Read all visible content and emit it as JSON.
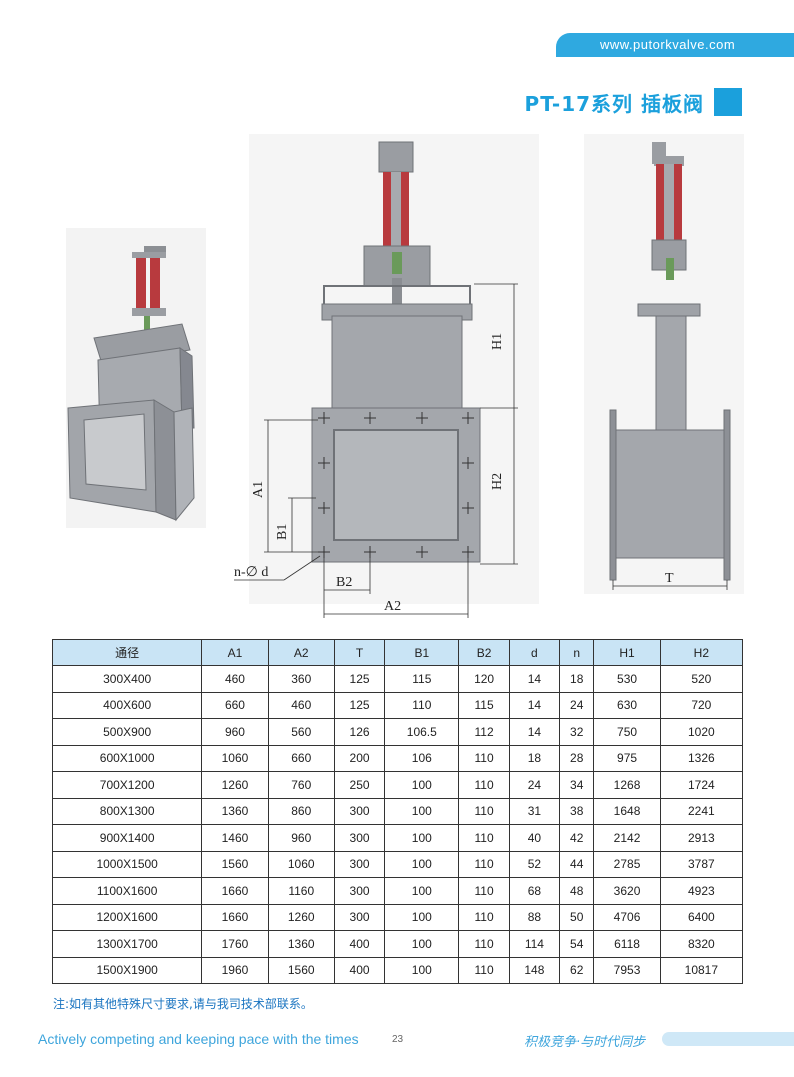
{
  "header": {
    "url": "www.putorkvalve.com",
    "title": "PT-17系列  插板阀",
    "accent_color": "#1ba0dc"
  },
  "drawing": {
    "labels": {
      "h1": "H1",
      "h2": "H2",
      "a1": "A1",
      "b1": "B1",
      "b2": "B2",
      "a2": "A2",
      "nd": "n-∅ d",
      "t": "T"
    }
  },
  "table": {
    "headers": [
      "通径",
      "A1",
      "A2",
      "T",
      "B1",
      "B2",
      "d",
      "n",
      "H1",
      "H2"
    ],
    "rows": [
      [
        "300X400",
        "460",
        "360",
        "125",
        "115",
        "120",
        "14",
        "18",
        "530",
        "520"
      ],
      [
        "400X600",
        "660",
        "460",
        "125",
        "110",
        "115",
        "14",
        "24",
        "630",
        "720"
      ],
      [
        "500X900",
        "960",
        "560",
        "126",
        "106.5",
        "112",
        "14",
        "32",
        "750",
        "1020"
      ],
      [
        "600X1000",
        "1060",
        "660",
        "200",
        "106",
        "110",
        "18",
        "28",
        "975",
        "1326"
      ],
      [
        "700X1200",
        "1260",
        "760",
        "250",
        "100",
        "110",
        "24",
        "34",
        "1268",
        "1724"
      ],
      [
        "800X1300",
        "1360",
        "860",
        "300",
        "100",
        "110",
        "31",
        "38",
        "1648",
        "2241"
      ],
      [
        "900X1400",
        "1460",
        "960",
        "300",
        "100",
        "110",
        "40",
        "42",
        "2142",
        "2913"
      ],
      [
        "1000X1500",
        "1560",
        "1060",
        "300",
        "100",
        "110",
        "52",
        "44",
        "2785",
        "3787"
      ],
      [
        "1100X1600",
        "1660",
        "1160",
        "300",
        "100",
        "110",
        "68",
        "48",
        "3620",
        "4923"
      ],
      [
        "1200X1600",
        "1660",
        "1260",
        "300",
        "100",
        "110",
        "88",
        "50",
        "4706",
        "6400"
      ],
      [
        "1300X1700",
        "1760",
        "1360",
        "400",
        "100",
        "110",
        "114",
        "54",
        "6118",
        "8320"
      ],
      [
        "1500X1900",
        "1960",
        "1560",
        "400",
        "100",
        "110",
        "148",
        "62",
        "7953",
        "10817"
      ]
    ]
  },
  "note": "注:如有其他特殊尺寸要求,请与我司技术部联系。",
  "footer": {
    "slogan_en": "Actively competing and keeping pace with the times",
    "page": "23",
    "slogan_cn": "积极竞争·与时代同步"
  }
}
